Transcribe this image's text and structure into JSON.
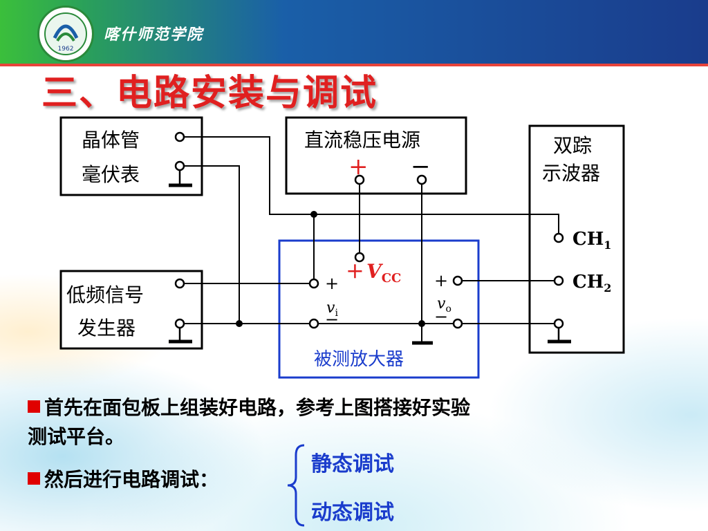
{
  "header": {
    "school_name": "喀什师范学院",
    "logo_year": "1962"
  },
  "slide": {
    "title": "三、电路安装与调试"
  },
  "circuit": {
    "voltmeter_line1": "晶体管",
    "voltmeter_line2": "毫伏表",
    "power_supply": "直流稳压电源",
    "plus": "+",
    "minus": "−",
    "oscilloscope_line1": "双踪",
    "oscilloscope_line2": "示波器",
    "ch1": "CH",
    "ch1_sub": "1",
    "ch2": "CH",
    "ch2_sub": "2",
    "generator_line1": "低频信号",
    "generator_line2": "发生器",
    "vcc_plus": "+",
    "vcc": "V",
    "vcc_sub": "CC",
    "vi": "v",
    "vi_sub": "i",
    "vo": "v",
    "vo_sub": "o",
    "amplifier": "被测放大器"
  },
  "bullets": [
    {
      "line1": "首先在面包板上组装好电路，参考上图搭接好实验",
      "line2": "测试平台。"
    },
    {
      "line1": "然后进行电路调试："
    }
  ],
  "debug_modes": [
    "静态调试",
    "动态调试"
  ],
  "colors": {
    "title": "#e02020",
    "accent_blue": "#1a3ccc",
    "bullet": "#e00000"
  }
}
